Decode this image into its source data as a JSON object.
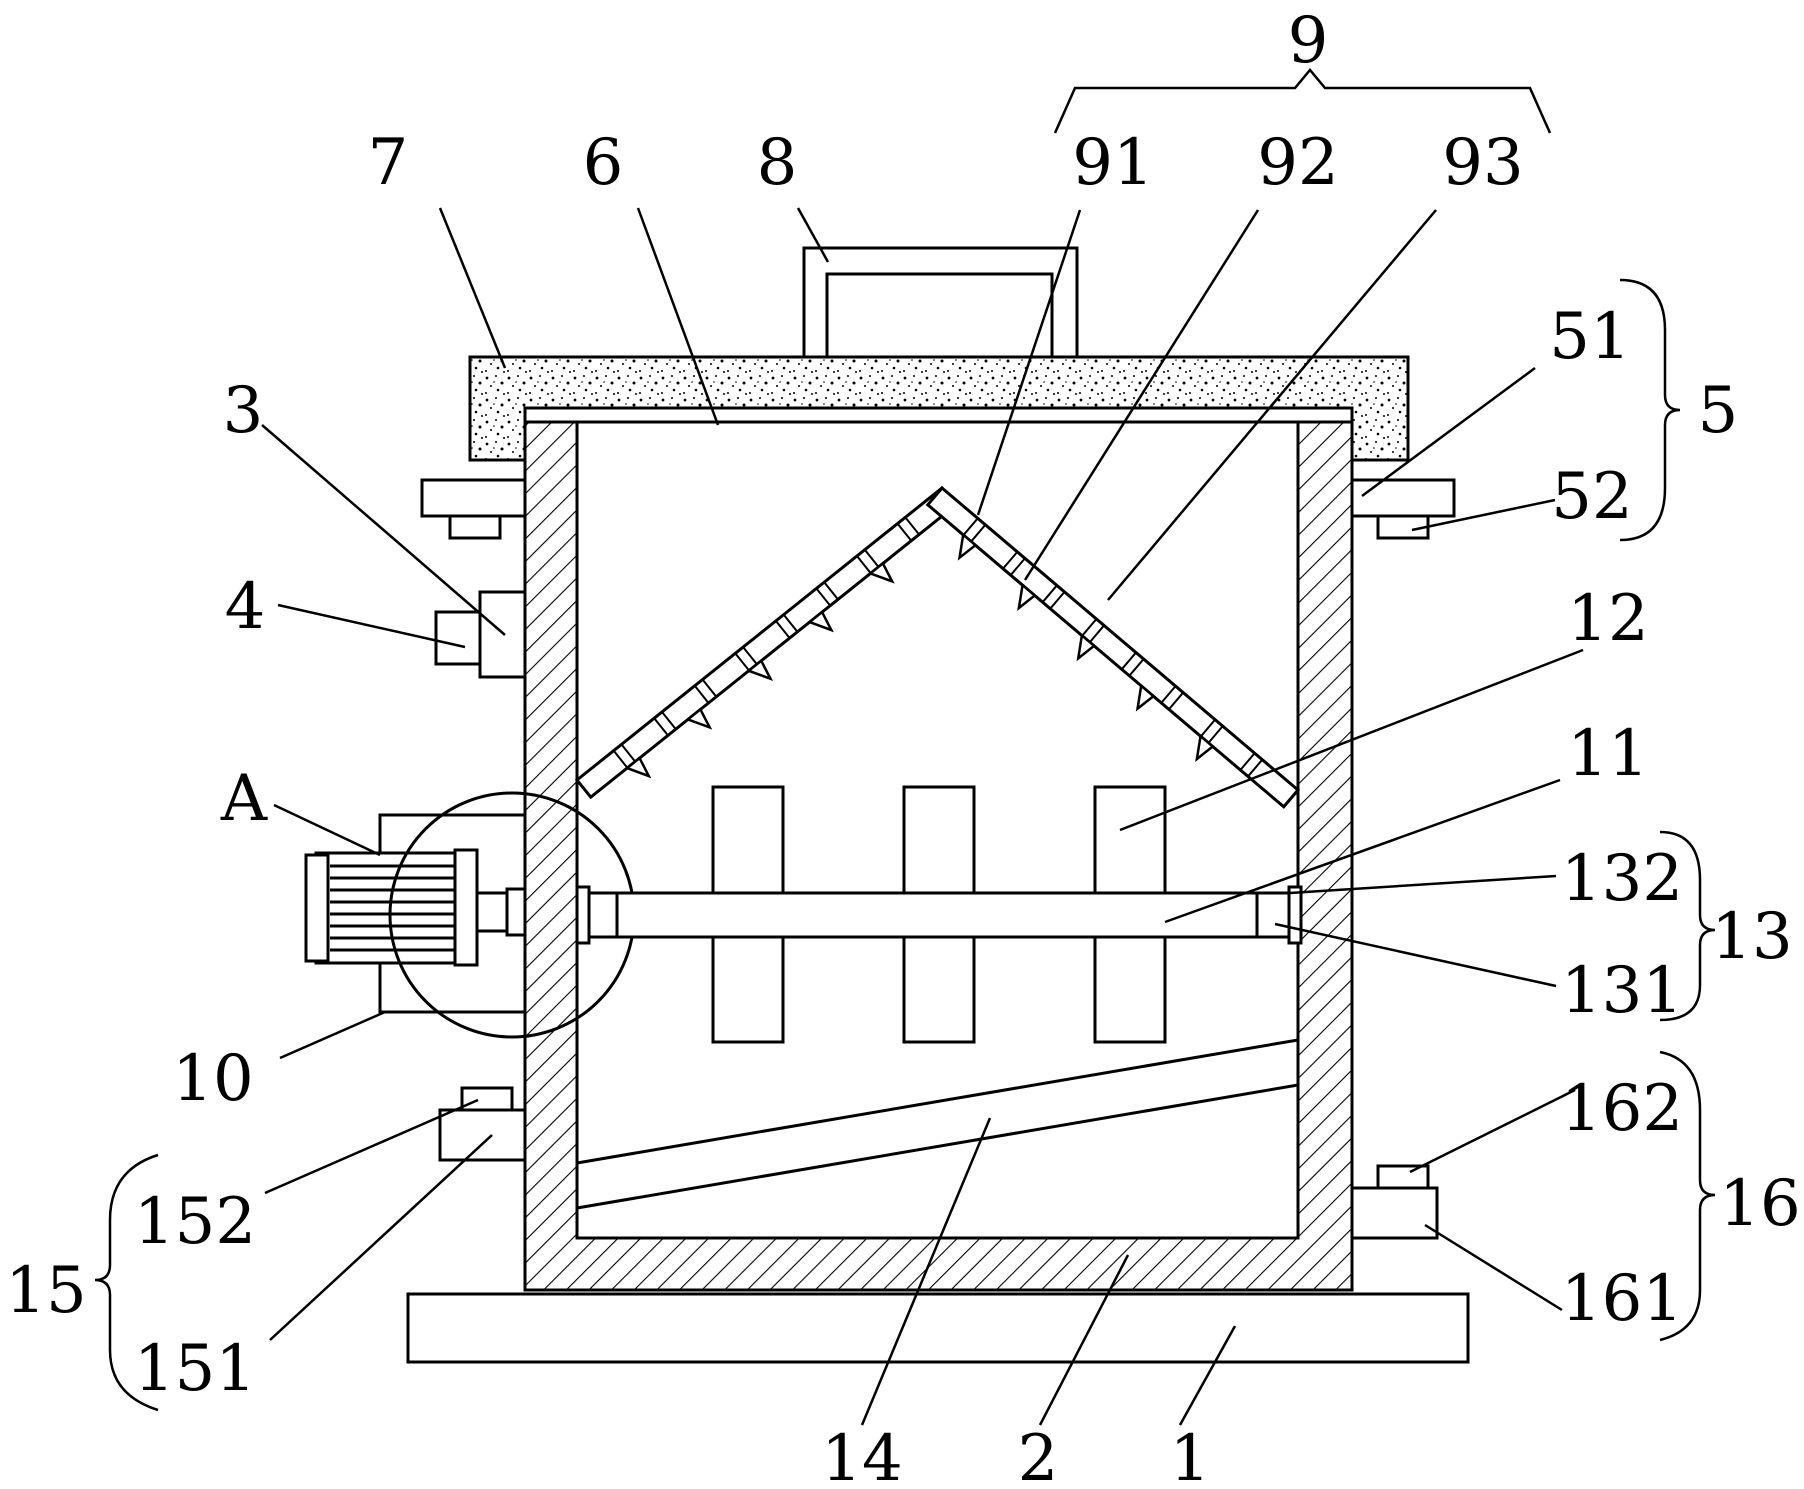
{
  "diagram": {
    "type": "patent-mechanical-section",
    "colors": {
      "line": "#000000",
      "background": "#ffffff"
    },
    "labels": {
      "n1": "1",
      "n2": "2",
      "n3": "3",
      "n4": "4",
      "n5": "5",
      "n51": "51",
      "n52": "52",
      "n6": "6",
      "n7": "7",
      "n8": "8",
      "n9": "9",
      "n91": "91",
      "n92": "92",
      "n93": "93",
      "n10": "10",
      "n11": "11",
      "n12": "12",
      "n13": "13",
      "n131": "131",
      "n132": "132",
      "n14": "14",
      "n15": "15",
      "n151": "151",
      "n152": "152",
      "n16": "16",
      "n161": "161",
      "n162": "162",
      "nA": "A"
    }
  }
}
